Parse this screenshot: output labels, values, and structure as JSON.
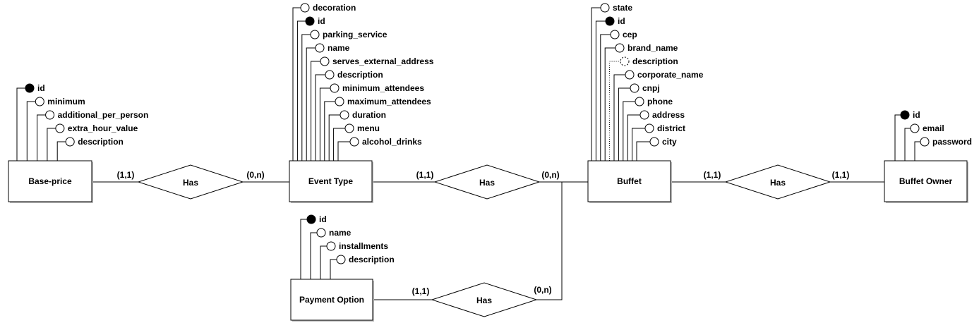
{
  "entities": [
    {
      "key": "base_price",
      "name": "Base-price",
      "attributes": [
        {
          "name": "id",
          "pk": true
        },
        {
          "name": "minimum"
        },
        {
          "name": "additional_per_person"
        },
        {
          "name": "extra_hour_value"
        },
        {
          "name": "description"
        }
      ]
    },
    {
      "key": "event_type",
      "name": "Event Type",
      "attributes": [
        {
          "name": "decoration"
        },
        {
          "name": "id",
          "pk": true
        },
        {
          "name": "parking_service"
        },
        {
          "name": "name"
        },
        {
          "name": "serves_external_address"
        },
        {
          "name": "description"
        },
        {
          "name": "minimum_attendees"
        },
        {
          "name": "maximum_attendees"
        },
        {
          "name": "duration"
        },
        {
          "name": "menu"
        },
        {
          "name": "alcohol_drinks"
        }
      ]
    },
    {
      "key": "buffet",
      "name": "Buffet",
      "attributes": [
        {
          "name": "state"
        },
        {
          "name": "id",
          "pk": true
        },
        {
          "name": "cep"
        },
        {
          "name": "brand_name"
        },
        {
          "name": "description",
          "optional": true
        },
        {
          "name": "corporate_name"
        },
        {
          "name": "cnpj"
        },
        {
          "name": "phone"
        },
        {
          "name": "address"
        },
        {
          "name": "district"
        },
        {
          "name": "city"
        }
      ]
    },
    {
      "key": "buffet_owner",
      "name": "Buffet Owner",
      "attributes": [
        {
          "name": "id",
          "pk": true
        },
        {
          "name": "email"
        },
        {
          "name": "password"
        }
      ]
    },
    {
      "key": "payment_option",
      "name": "Payment Option",
      "attributes": [
        {
          "name": "id",
          "pk": true
        },
        {
          "name": "name"
        },
        {
          "name": "installments"
        },
        {
          "name": "description"
        }
      ]
    }
  ],
  "relationships": [
    {
      "key": "rel1",
      "name": "Has",
      "left_card": "(1,1)",
      "right_card": "(0,n)"
    },
    {
      "key": "rel2",
      "name": "Has",
      "left_card": "(1,1)",
      "right_card": "(0,n)"
    },
    {
      "key": "rel3",
      "name": "Has",
      "left_card": "(1,1)",
      "right_card": "(1,1)"
    },
    {
      "key": "rel4",
      "name": "Has",
      "left_card": "(1,1)",
      "right_card": "(0,n)"
    }
  ],
  "colors": {
    "line": "#000000",
    "fill": "#ffffff",
    "shadow": "#bdbdbd"
  }
}
